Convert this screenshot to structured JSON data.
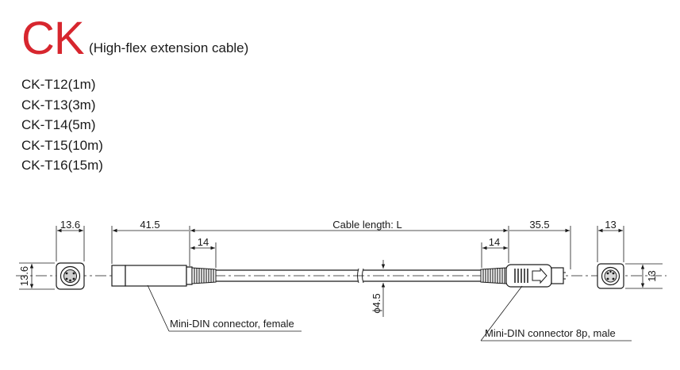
{
  "header": {
    "code": "CK",
    "subtitle": "(High-flex extension cable)",
    "code_color": "#d7262e"
  },
  "models": [
    "CK-T12(1m)",
    "CK-T13(3m)",
    "CK-T14(5m)",
    "CK-T15(10m)",
    "CK-T16(15m)"
  ],
  "drawing": {
    "dimensions": {
      "female_end_width": "13.6",
      "female_end_height": "13.6",
      "female_connector_length": "41.5",
      "female_boot_length": "14",
      "cable_length": "Cable length: L",
      "male_boot_length": "14",
      "male_connector_length": "35.5",
      "male_end_width": "13",
      "male_end_height": "13",
      "cable_diameter": "ϕ4.5"
    },
    "callouts": {
      "female": "Mini-DIN connector, female",
      "male": "Mini-DIN connector 8p, male"
    }
  }
}
